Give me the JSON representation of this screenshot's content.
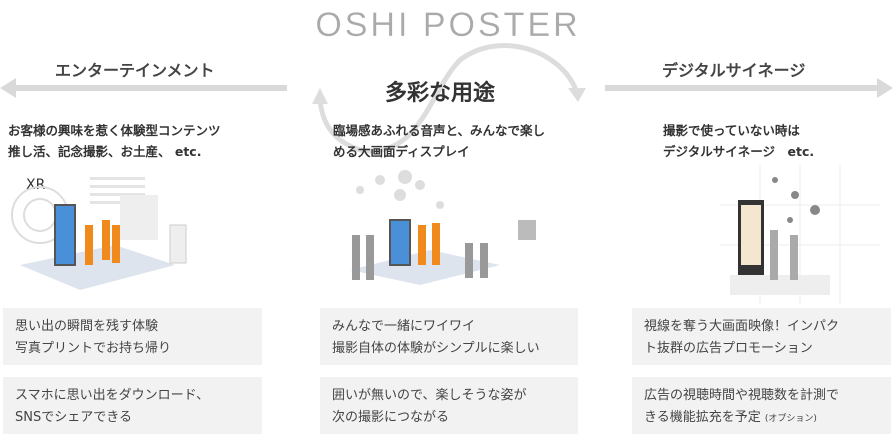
{
  "logo": "OSHI POSTER",
  "center_title": "多彩な用途",
  "left": {
    "heading": "エンターテインメント",
    "desc": [
      "お客様の興味を惹く体験型コンテンツ",
      "推し活、記念撮影、お土産、 etc."
    ],
    "illus_label": "XR",
    "boxes": [
      [
        "思い出の瞬間を残す体験",
        "写真プリントでお持ち帰り"
      ],
      [
        "スマホに思い出をダウンロード、",
        "SNSでシェアできる"
      ]
    ]
  },
  "center": {
    "desc": [
      "臨場感あふれる音声と、みんなで楽し",
      "める大画面ディスプレイ"
    ],
    "boxes": [
      [
        "みんなで一緒にワイワイ",
        "撮影自体の体験がシンプルに楽しい"
      ],
      [
        "囲いが無いので、楽しそうな姿が",
        "次の撮影につながる"
      ]
    ]
  },
  "right": {
    "heading": "デジタルサイネージ",
    "desc": [
      "撮影で使っていない時は",
      "デジタルサイネージ　etc."
    ],
    "boxes": [
      [
        "視線を奪う大画面映像！インパク",
        "ト抜群の広告プロモーション"
      ],
      [
        "広告の視聴時間や視聴数を計測で",
        "きる機能拡充を予定"
      ]
    ],
    "box_note": "(オプション)"
  },
  "colors": {
    "accent": "#f08a1c",
    "arrow": "#d9d9d9",
    "box": "#f2f2f2"
  }
}
